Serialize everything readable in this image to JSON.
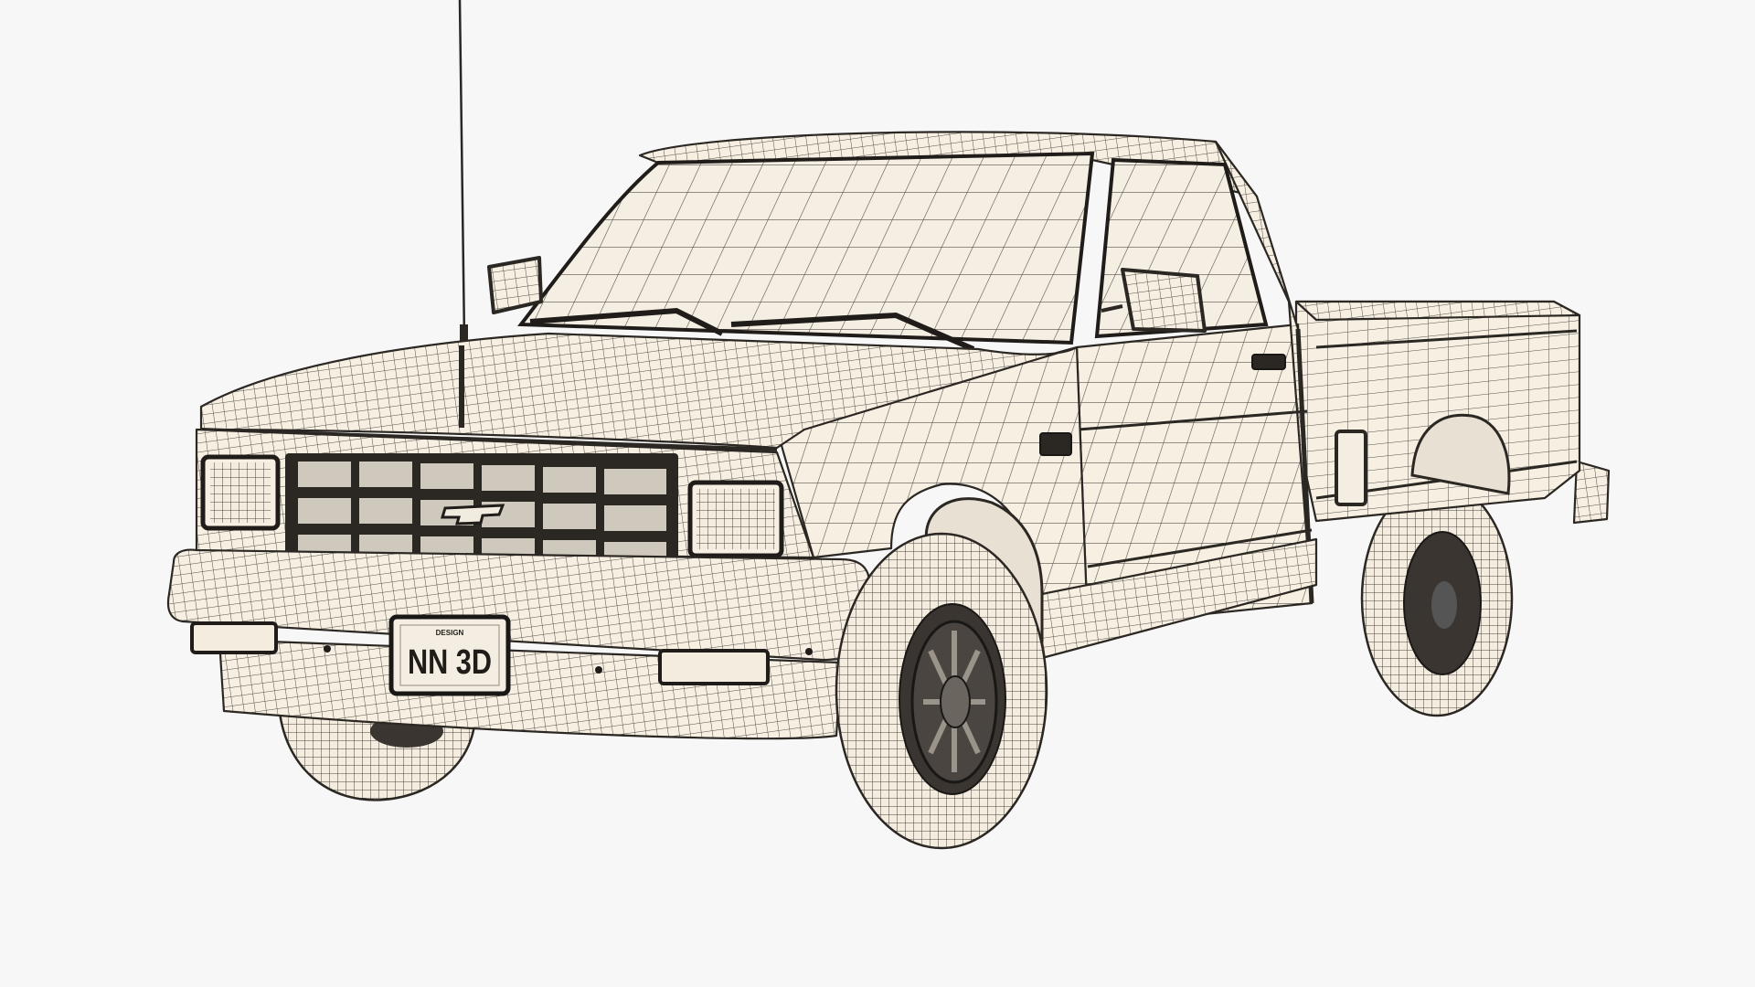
{
  "scene": {
    "description": "3D wireframe render of a compact regular-cab pickup truck, front three-quarter view",
    "background_color": "#f7f7f7",
    "surface_color": "#f6efe2",
    "wire_color": "#2b2723"
  },
  "license_plate": {
    "small_text": "DESIGN",
    "main_text": "NN 3D"
  }
}
